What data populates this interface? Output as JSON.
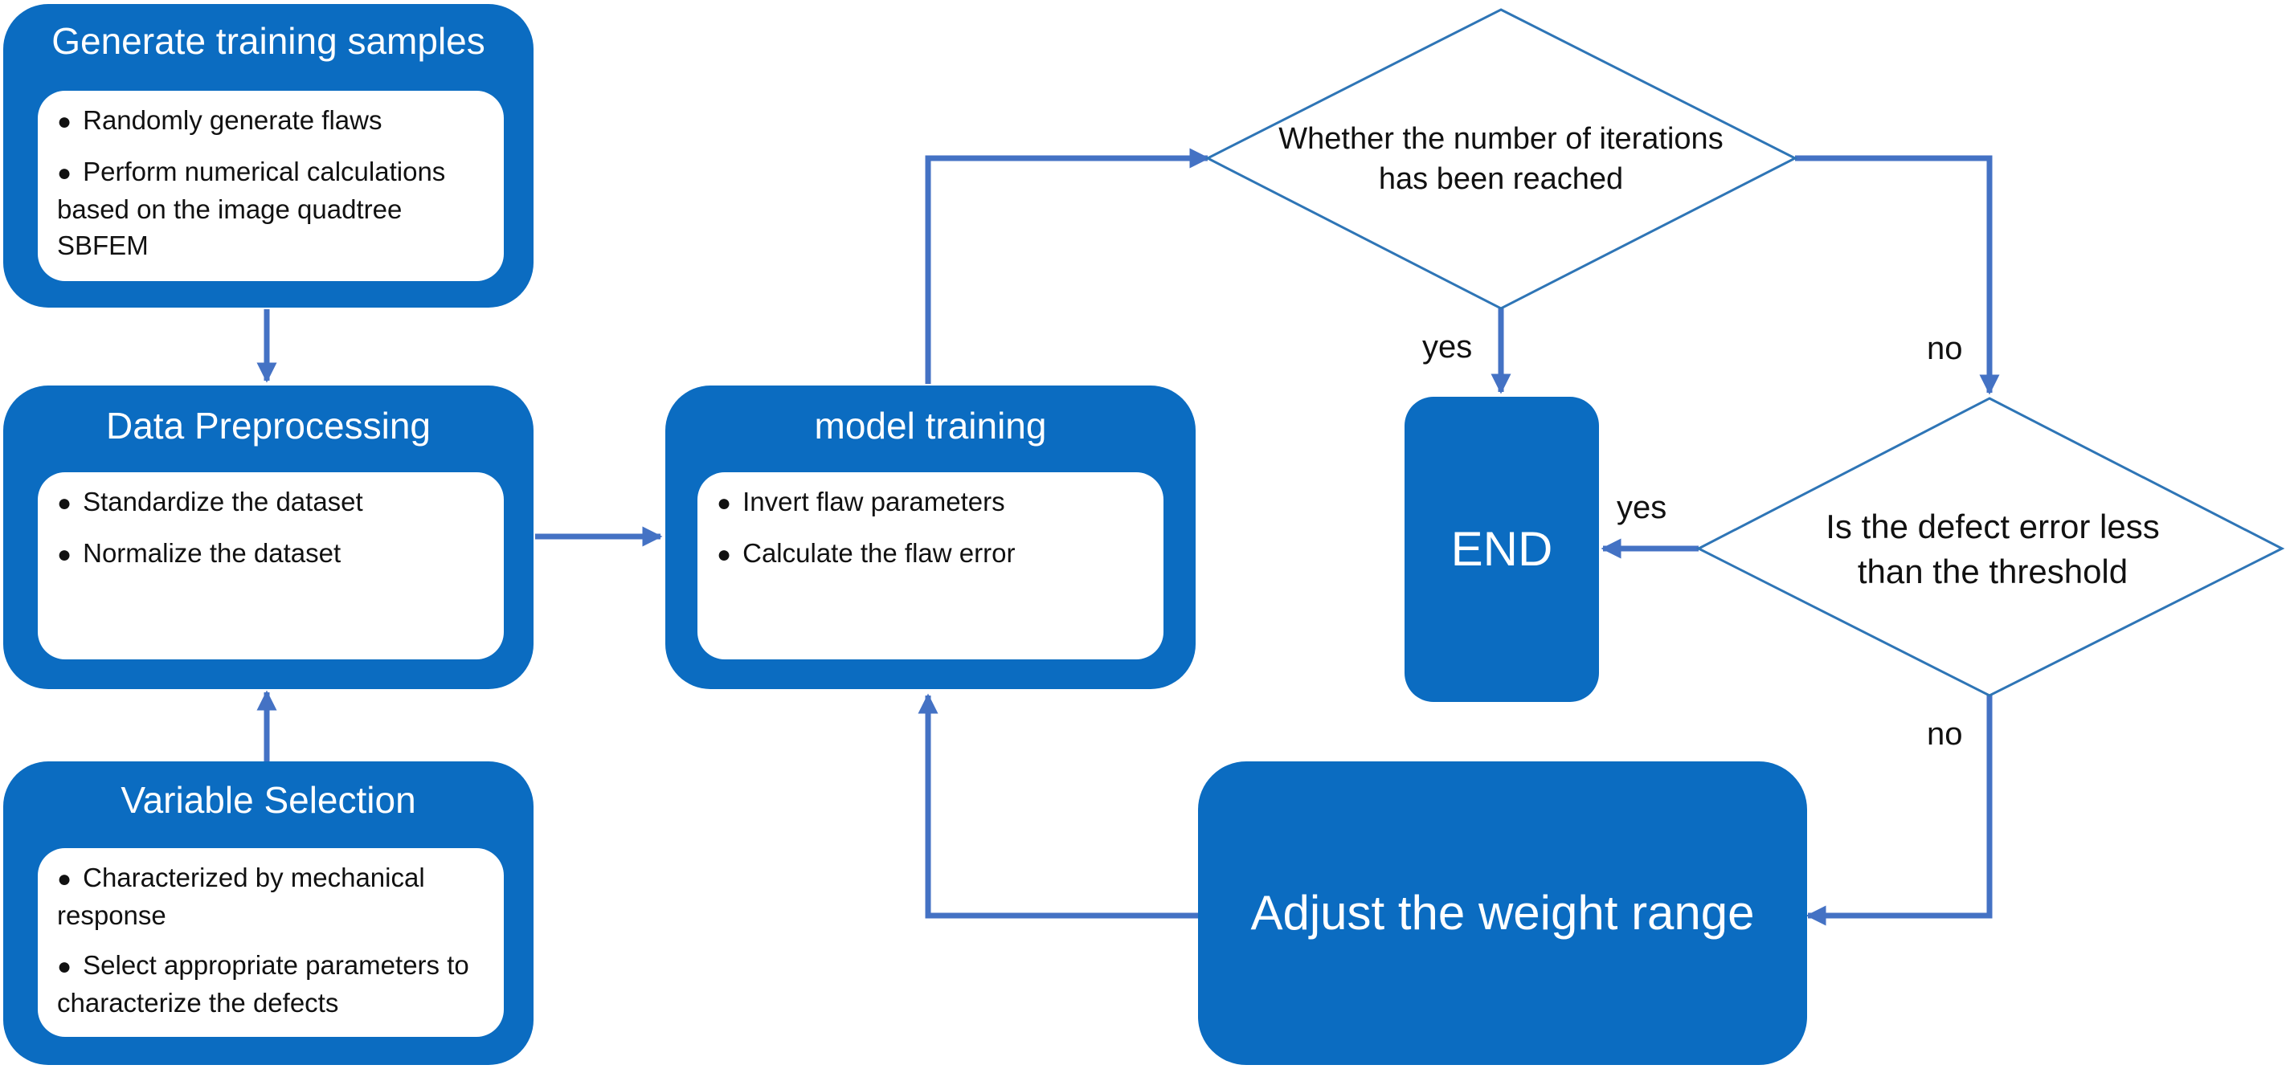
{
  "boxes": {
    "generate": {
      "title": "Generate training samples",
      "items": [
        "Randomly generate flaws",
        "Perform numerical calculations based on the image quadtree SBFEM"
      ]
    },
    "preprocess": {
      "title": "Data Preprocessing",
      "items": [
        "Standardize the dataset",
        "Normalize the dataset"
      ]
    },
    "variable": {
      "title": "Variable Selection",
      "items": [
        "Characterized by mechanical response",
        "Select appropriate parameters to characterize the defects"
      ]
    },
    "training": {
      "title": "model training",
      "items": [
        "Invert flaw parameters",
        "Calculate the flaw error"
      ]
    },
    "end": {
      "label": "END"
    },
    "adjust": {
      "label": "Adjust the weight range"
    }
  },
  "decisions": {
    "iterations": {
      "line1": "Whether the number of iterations",
      "line2": "has been reached"
    },
    "defect": {
      "line1": "Is the defect error less",
      "line2": "than the threshold"
    }
  },
  "edge_labels": {
    "iter_yes": "yes",
    "iter_no": "no",
    "defect_yes": "yes",
    "defect_no": "no"
  },
  "bullet_glyph": "●",
  "colors": {
    "box_fill": "#0b6cc1",
    "arrow": "#4472c4",
    "diamond_stroke": "#2e75b6"
  }
}
